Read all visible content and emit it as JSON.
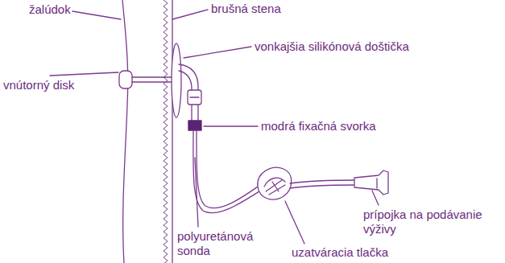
{
  "diagram": {
    "labels": [
      "žalúdok",
      "brušná stena",
      "vonkajšia silikónová doštička",
      "vnútorný disk",
      "modrá fixačná svorka",
      "polyuretánová sonda",
      "uzatváracia tlačka",
      "prípojka na podávanie výživy"
    ]
  }
}
